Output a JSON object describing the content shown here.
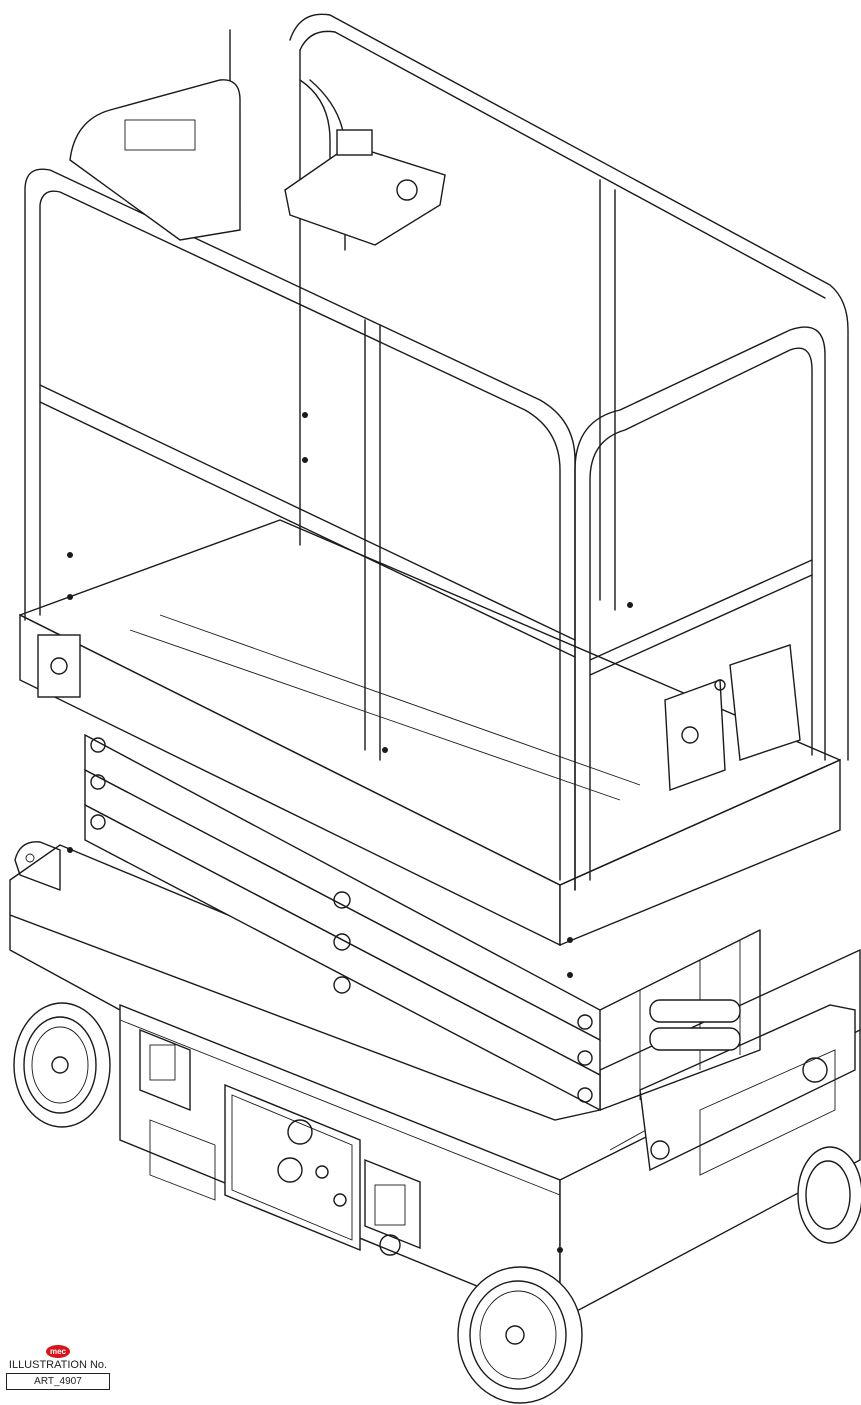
{
  "caption": {
    "logo_text": "mec",
    "label": "ILLUSTRATION No.",
    "art_number": "ART_4907"
  },
  "colors": {
    "line": "#1a1a1a",
    "background": "#ffffff",
    "logo": "#d6141c"
  }
}
